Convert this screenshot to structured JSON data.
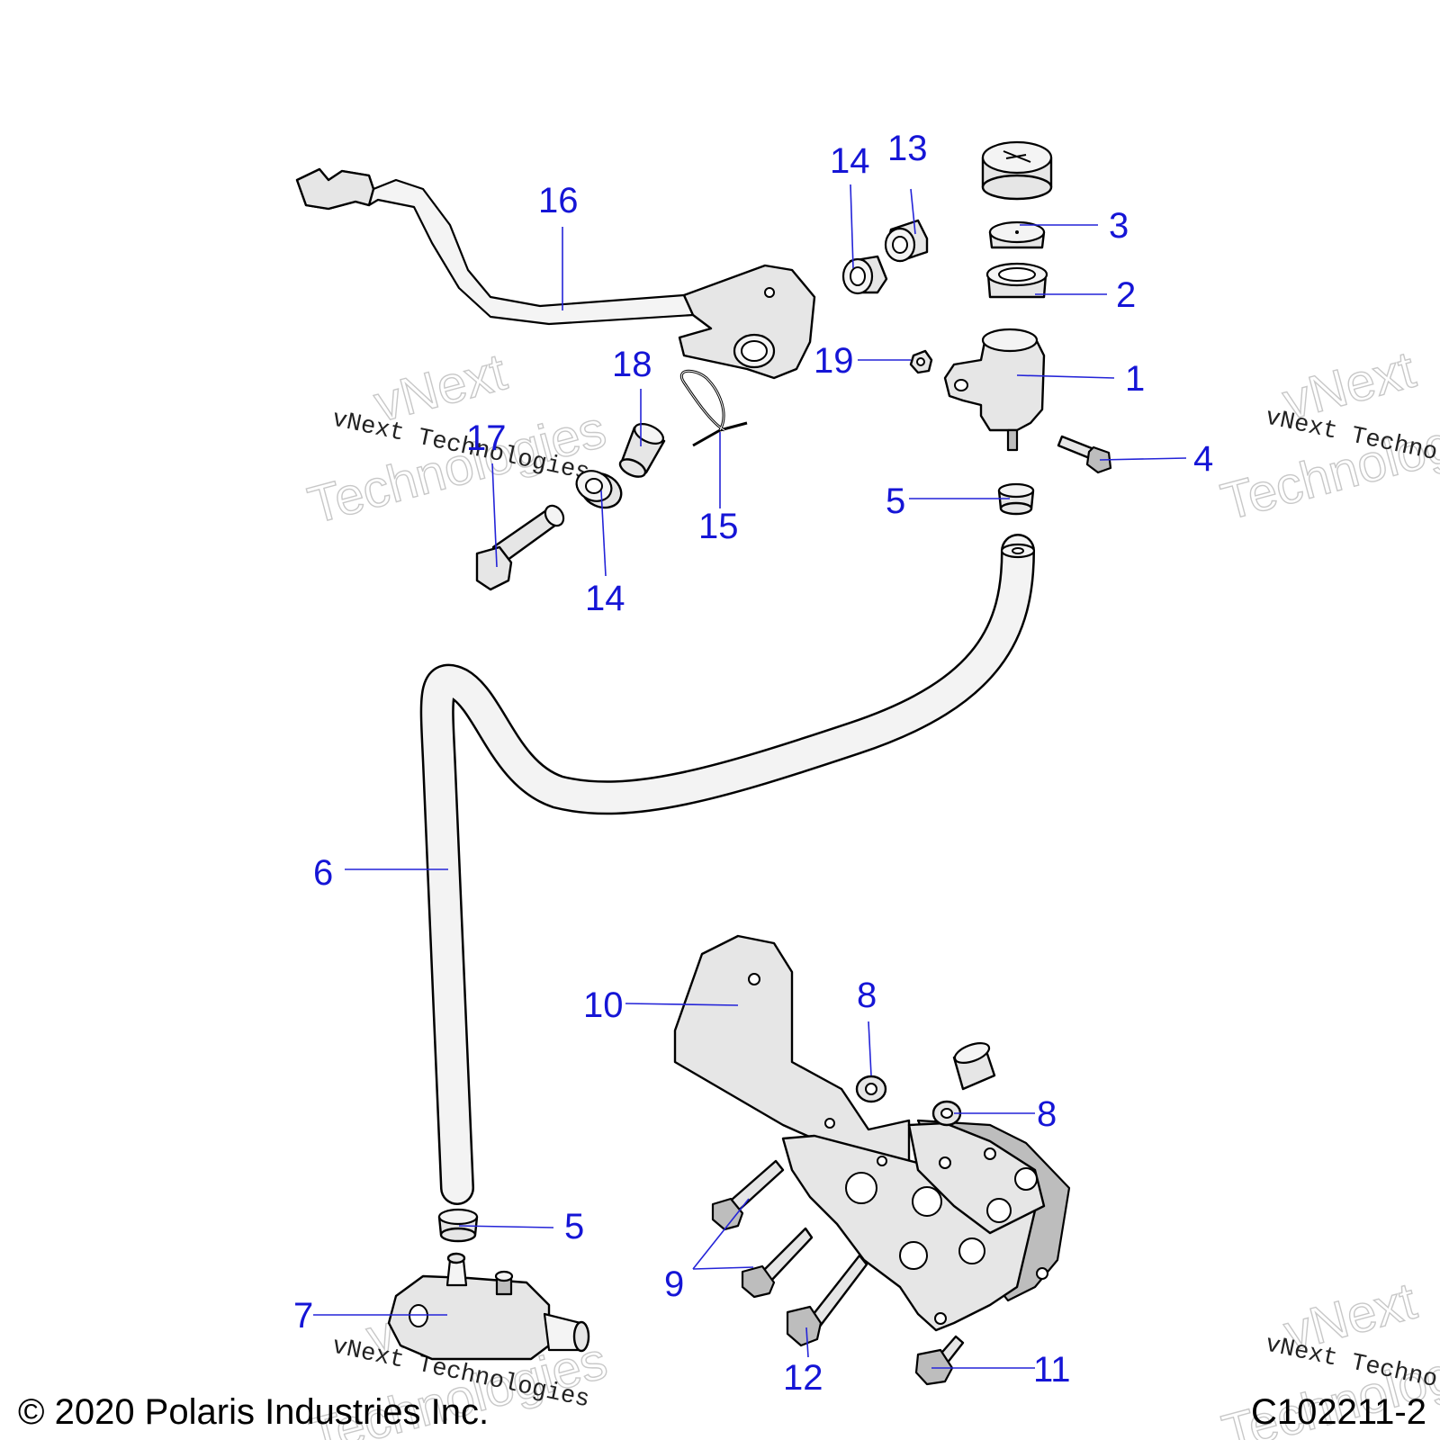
{
  "callouts": [
    {
      "id": "1",
      "label": "1"
    },
    {
      "id": "2",
      "label": "2"
    },
    {
      "id": "3",
      "label": "3"
    },
    {
      "id": "4",
      "label": "4"
    },
    {
      "id": "5a",
      "label": "5"
    },
    {
      "id": "5b",
      "label": "5"
    },
    {
      "id": "6",
      "label": "6"
    },
    {
      "id": "7",
      "label": "7"
    },
    {
      "id": "8a",
      "label": "8"
    },
    {
      "id": "8b",
      "label": "8"
    },
    {
      "id": "9",
      "label": "9"
    },
    {
      "id": "10",
      "label": "10"
    },
    {
      "id": "11",
      "label": "11"
    },
    {
      "id": "12",
      "label": "12"
    },
    {
      "id": "13",
      "label": "13"
    },
    {
      "id": "14a",
      "label": "14"
    },
    {
      "id": "14b",
      "label": "14"
    },
    {
      "id": "15",
      "label": "15"
    },
    {
      "id": "16",
      "label": "16"
    },
    {
      "id": "17",
      "label": "17"
    },
    {
      "id": "18",
      "label": "18"
    },
    {
      "id": "19",
      "label": "19"
    }
  ],
  "footer": {
    "copyright": "© 2020 Polaris Industries Inc.",
    "drawing_id": "C102211-2"
  },
  "watermark": {
    "line_text": "vNext Technologies",
    "word1": "vNext",
    "word2": "Technologies"
  },
  "colors": {
    "callout": "#1515d6",
    "leader": "#2424d8",
    "part_fill": "#e6e6e6",
    "outline": "#000000"
  }
}
